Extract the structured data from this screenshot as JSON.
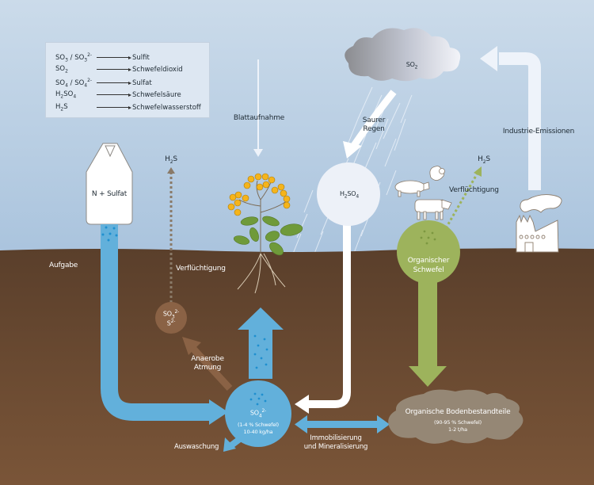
{
  "legend": {
    "rows": [
      {
        "formula_html": "SO<sub>3</sub> / SO<sub>3</sub><sup>2-</sup>",
        "name": "Sulfit"
      },
      {
        "formula_html": "SO<sub>2</sub>",
        "name": "Schwefeldioxid"
      },
      {
        "formula_html": "SO<sub>4</sub> / SO<sub>4</sub><sup>2-</sup>",
        "name": "Sulfat"
      },
      {
        "formula_html": "H<sub>2</sub>SO<sub>4</sub>",
        "name": "Schwefelsäure"
      },
      {
        "formula_html": "H<sub>2</sub>S",
        "name": "Schwefelwasserstoff"
      }
    ]
  },
  "cloud": {
    "label_html": "SO<sub>2</sub>"
  },
  "labels": {
    "leaf_uptake": "Blattaufnahme",
    "acid_rain_line1": "Saurer",
    "acid_rain_line2": "Regen",
    "industry": "Industrie-Emissionen",
    "fertilizer": "N + Sulfat",
    "application": "Aufgabe",
    "volatilization_left": "Verflüchtigung",
    "volatilization_right": "Verflüchtigung",
    "h2s_left_html": "H<sub>2</sub>S",
    "h2s_right_html": "H<sub>2</sub>S",
    "h2so4_html": "H<sub>2</sub>SO<sub>4</sub>",
    "organic_sulfur_line1": "Organischer",
    "organic_sulfur_line2": "Schwefel",
    "reduced_line1_html": "SO<sub>3</sub><sup>2-</sup>",
    "reduced_line2_html": "S<sup>2-</sup>",
    "anaerobic_line1": "Anaerobe",
    "anaerobic_line2": "Atmung",
    "sulfate_html": "SO<sub>4</sub><sup>2-</sup>",
    "sulfate_share": "(1-4 % Schwefel)",
    "sulfate_amount": "10-40 kg/ha",
    "leaching": "Auswaschung",
    "immob_line1": "Immobilisierung",
    "immob_line2": "und Mineralisierung",
    "som_title": "Organische Bodenbestandteile",
    "som_share": "(90-95 % Schwefel)",
    "som_amount": "1-2 t/ha"
  },
  "colors": {
    "sky_top": "#cbdbea",
    "sky_bottom": "#a9c3dd",
    "soil_top": "#5a3f2b",
    "soil_bottom": "#7a5538",
    "sulfate_blue": "#62b0db",
    "organic_green": "#9db35c",
    "reduced_brown": "#8a6245",
    "som_taupe": "#958775",
    "plant_yellow": "#f5b41b",
    "leaf_green": "#6f9a3a"
  }
}
